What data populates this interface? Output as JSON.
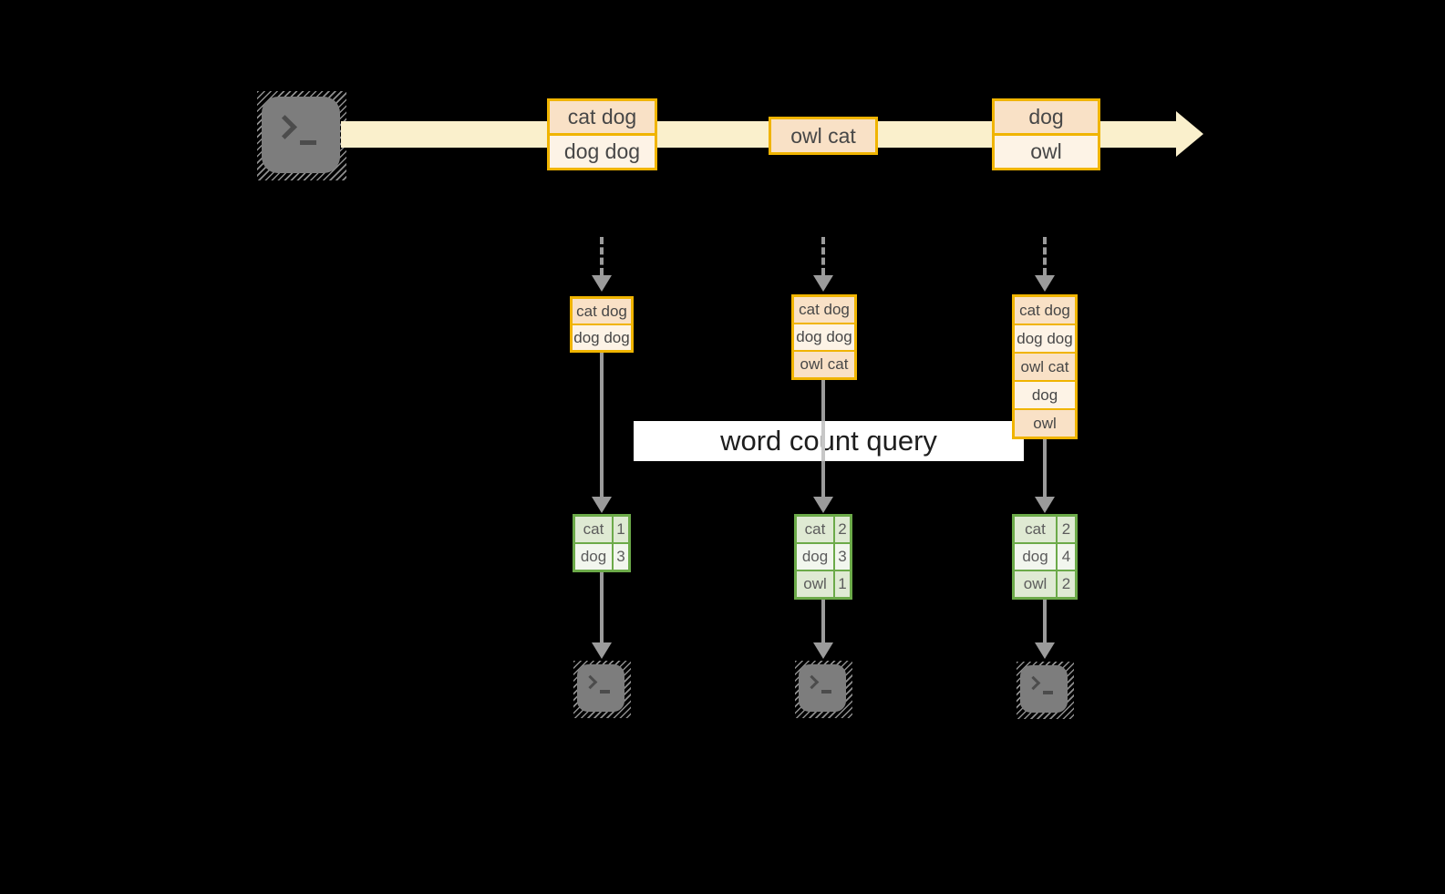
{
  "query_label": "word count query",
  "stream": {
    "batches": [
      {
        "lines": [
          "cat dog",
          "dog dog"
        ]
      },
      {
        "lines": [
          "owl cat"
        ]
      },
      {
        "lines": [
          "dog",
          "owl"
        ]
      }
    ]
  },
  "columns": [
    {
      "micro_batch": [
        "cat dog",
        "dog dog"
      ],
      "counts": [
        {
          "word": "cat",
          "count": "1"
        },
        {
          "word": "dog",
          "count": "3"
        }
      ]
    },
    {
      "micro_batch": [
        "cat dog",
        "dog dog",
        "owl cat"
      ],
      "counts": [
        {
          "word": "cat",
          "count": "2"
        },
        {
          "word": "dog",
          "count": "3"
        },
        {
          "word": "owl",
          "count": "1"
        }
      ]
    },
    {
      "micro_batch": [
        "cat dog",
        "dog dog",
        "owl cat",
        "dog",
        "owl"
      ],
      "counts": [
        {
          "word": "cat",
          "count": "2"
        },
        {
          "word": "dog",
          "count": "4"
        },
        {
          "word": "owl",
          "count": "2"
        }
      ]
    }
  ],
  "colors": {
    "background": "#000000",
    "stream_arrow": "#faf0cc",
    "box_border": "#f0b400",
    "box_fill_peach": "#f9e1c6",
    "box_fill_cream": "#fdf3e6",
    "table_border": "#6caa49",
    "table_fill_light": "#dfead3",
    "table_fill_lighter": "#f2f6ee",
    "arrow_gray": "#9b9b9b",
    "terminal_gray": "#7d7d7d",
    "query_band": "#ffffff"
  }
}
